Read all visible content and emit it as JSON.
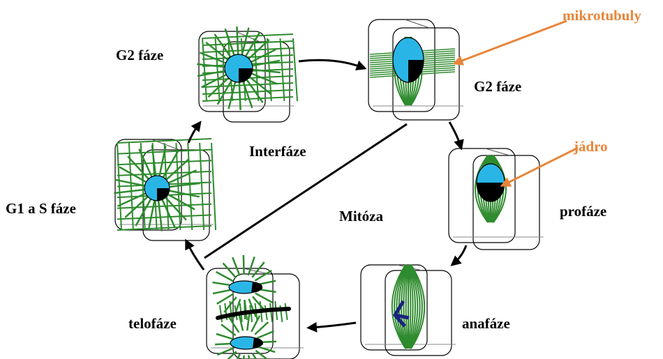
{
  "labels": {
    "g2_left": "G2 fáze",
    "g2_right": "G2 fáze",
    "interfaze": "Interfáze",
    "mitoza": "Mitóza",
    "g1_s": "G1 a S fáze",
    "profaze": "profáze",
    "telofaze": "telofáze",
    "anafaze": "anafáze",
    "mikrotubuly": "mikrotubuly",
    "jadro": "jádro"
  },
  "colors": {
    "microtubule": "#2e8b2e",
    "nucleus": "#29b6e6",
    "chromatin": "#000000",
    "chromosome": "#1a237e",
    "annotation": "#e8853a",
    "outline": "#000000"
  }
}
